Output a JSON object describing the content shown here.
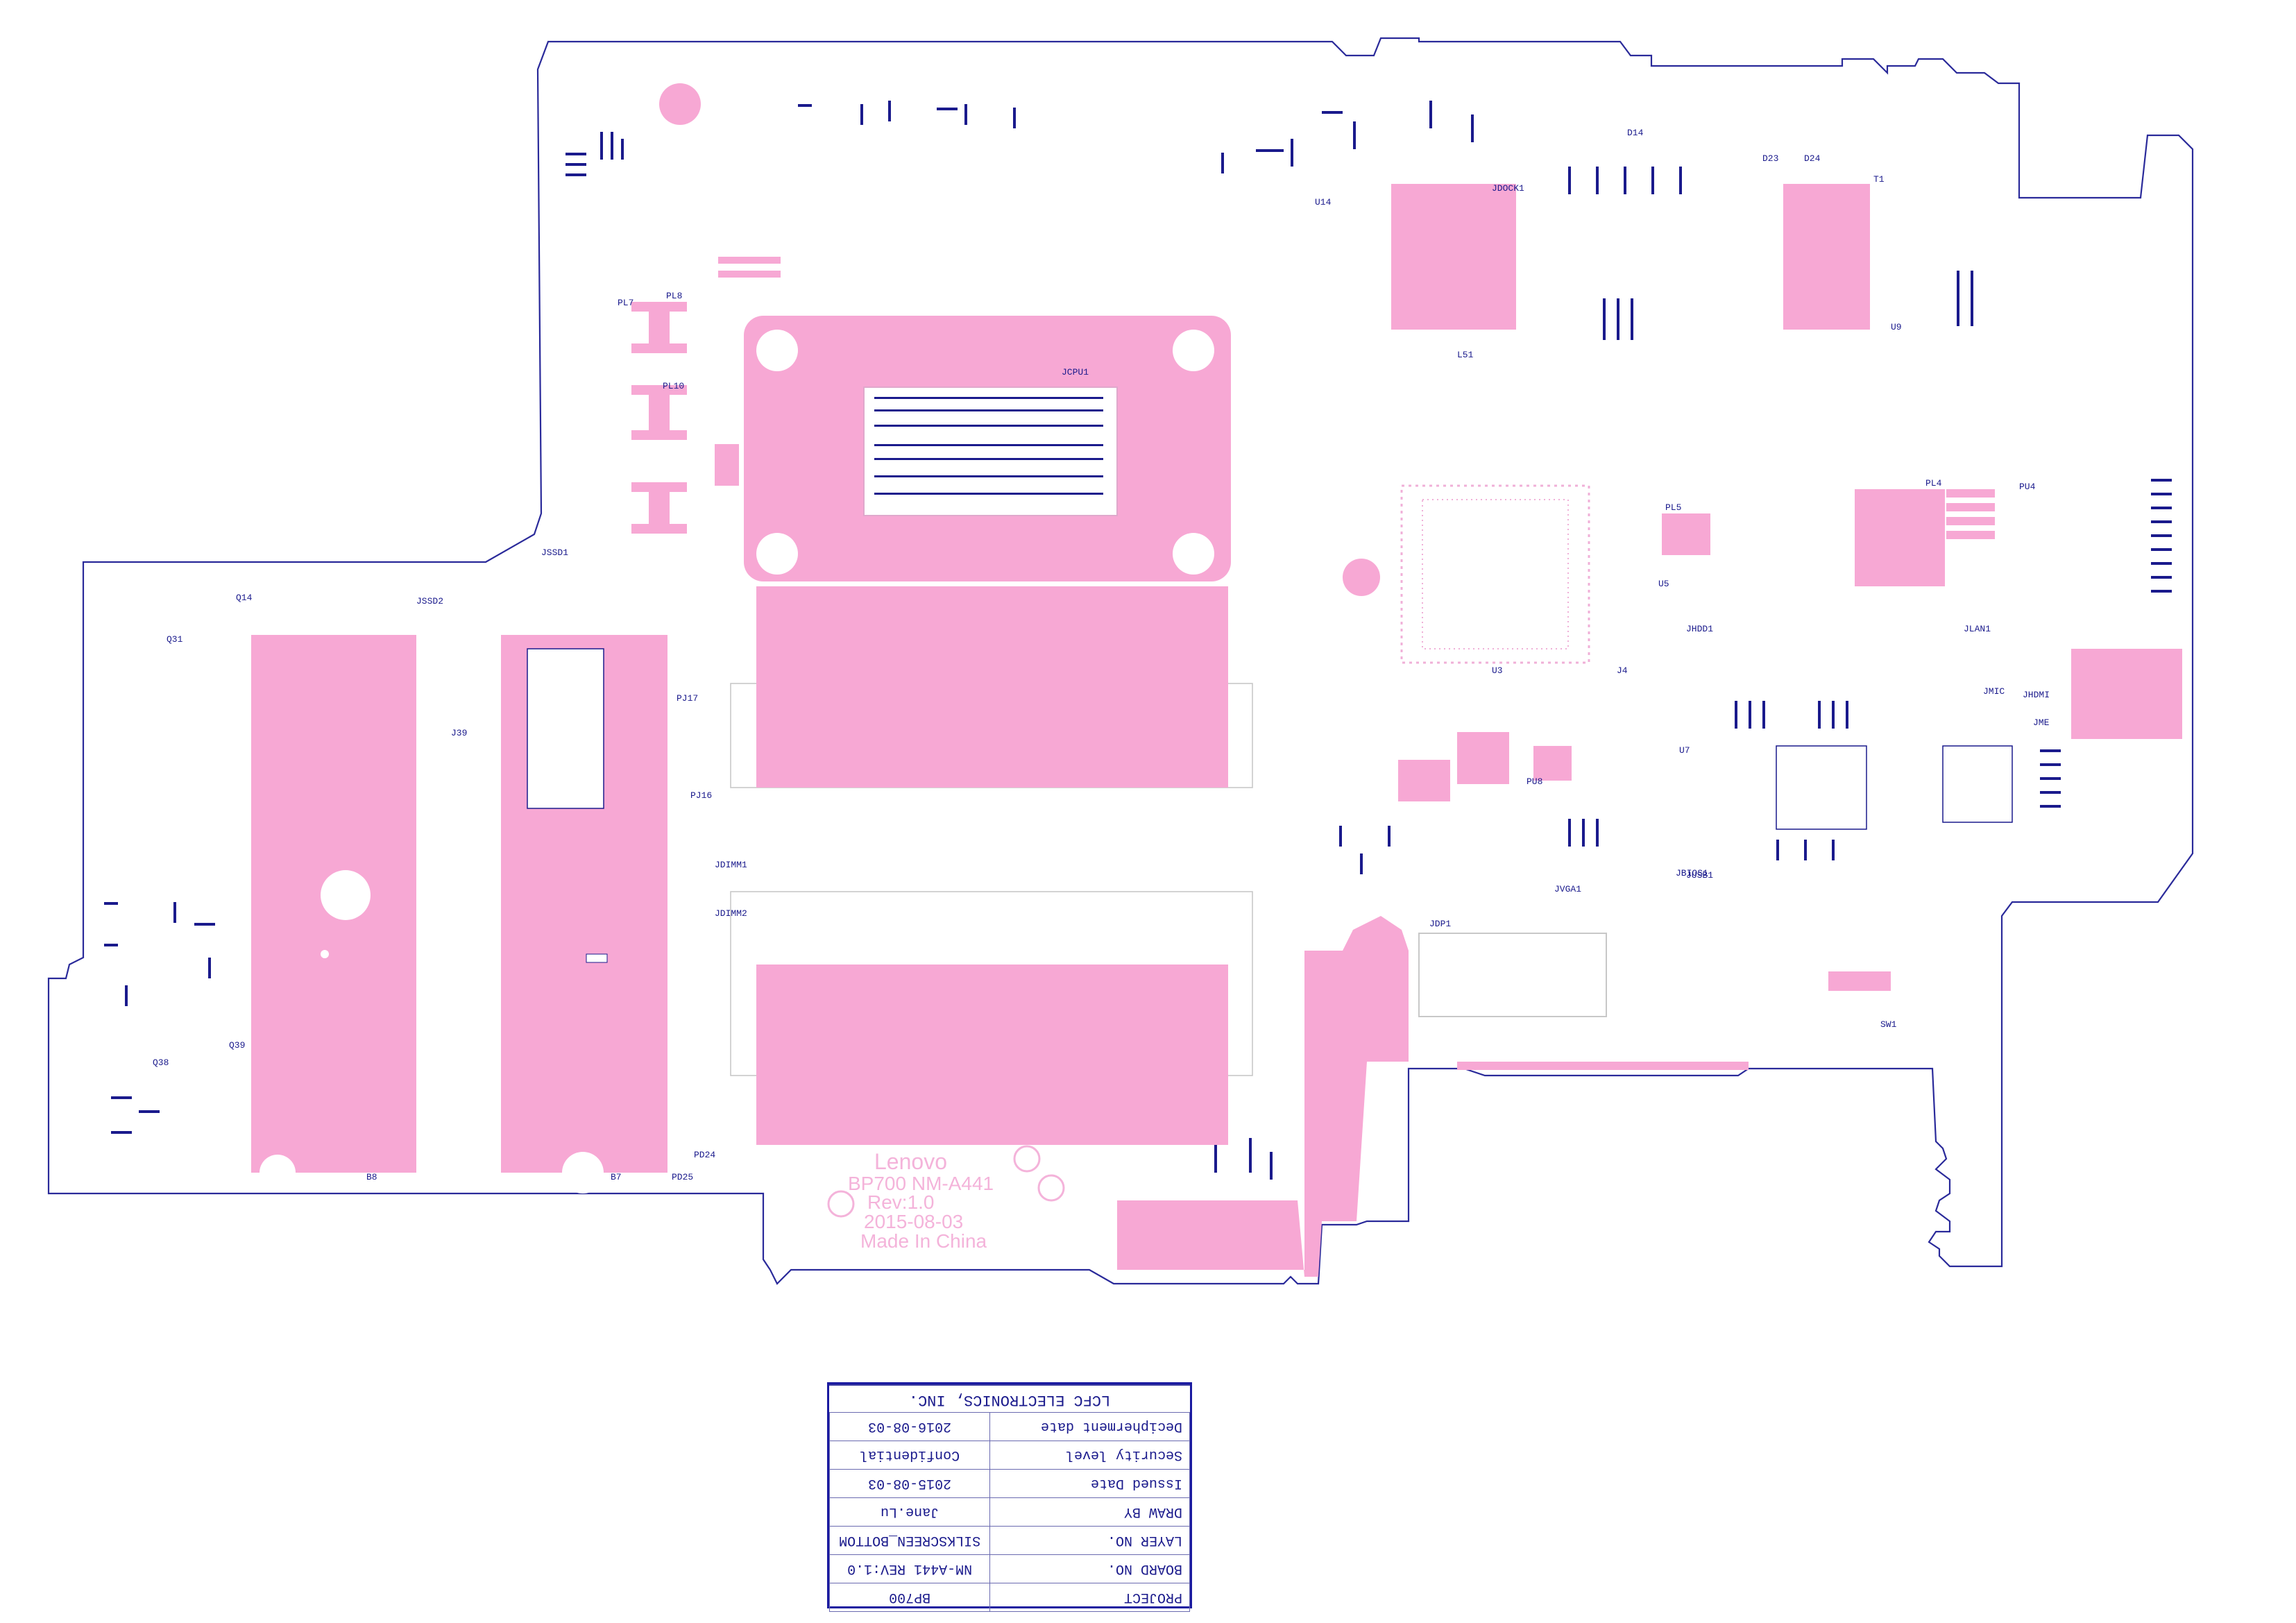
{
  "board": {
    "brand_logo": "Lenovo",
    "marking_lines": [
      "BP700  NM-A441",
      "Rev:1.0",
      "2015-08-03",
      "Made In China"
    ],
    "silk_color": "#1a1a8c",
    "pad_color": "#f7a8d4",
    "outline_color": "#2a2a9a",
    "labels": {
      "cpu_socket": "JCPU1",
      "dimm_a": "JDIMM1",
      "dimm_b": "JDIMM2",
      "ssd1": "JSSD1",
      "ssd2": "JSSD2",
      "hdd": "JHDD1",
      "lan": "JLAN1",
      "usb": "JUSB1",
      "hdmi": "JHDMI",
      "dp": "JDP1",
      "vga": "JVGA1",
      "bios": "JBIOS1",
      "me": "JME",
      "u3": "U3",
      "u5": "U5",
      "u7": "U7",
      "u9": "U9",
      "u14": "U14",
      "l51": "L51",
      "b8": "B8",
      "b7": "B7",
      "sw1": "SW1",
      "j39": "J39",
      "j4": "J4",
      "q14": "Q14",
      "q31": "Q31",
      "q38": "Q38",
      "q39": "Q39",
      "d14": "D14",
      "d23": "D23",
      "d24": "D24",
      "t1": "T1",
      "pl4": "PL4",
      "pl5": "PL5",
      "pl7": "PL7",
      "pl8": "PL8",
      "pl10": "PL10",
      "pu4": "PU4",
      "pu8": "PU8",
      "pj17": "PJ17",
      "pj16": "PJ16",
      "pd24": "PD24",
      "pd25": "PD25",
      "jmic": "JMIC",
      "jdock": "JDOCK1"
    }
  },
  "title_block": {
    "company": "LCFC ELECTRONICS, INC.",
    "rows": [
      {
        "label": "PROJECT",
        "value": "BP700"
      },
      {
        "label": "BOARD NO.",
        "value": "NM-A441   REV:1.0"
      },
      {
        "label": "LAYER NO.",
        "value": "SILKSCREEN_BOTTOM"
      },
      {
        "label": "DRAW BY",
        "value": "Jane.Lu"
      },
      {
        "label": "Issued  Date",
        "value": "2015-08-03"
      },
      {
        "label": "Security level",
        "value": "Confidential"
      },
      {
        "label": "Decipherment date",
        "value": "2016-08-03"
      }
    ]
  }
}
